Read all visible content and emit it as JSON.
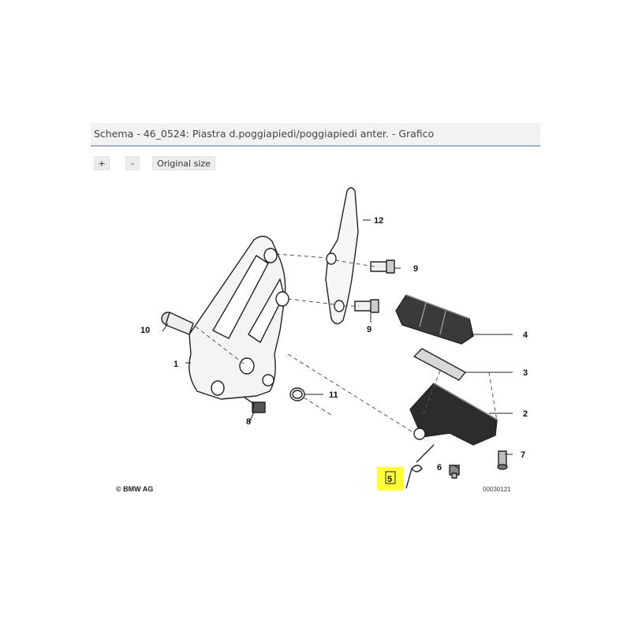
{
  "header": {
    "title": "Schema - 46_0524: Piastra d.poggiapiedi/poggiapiedi anter. - Grafico"
  },
  "toolbar": {
    "zoom_in_label": "+",
    "zoom_out_label": "-",
    "original_size_label": "Original size"
  },
  "diagram": {
    "callouts": {
      "c1": "1",
      "c2": "2",
      "c3": "3",
      "c4": "4",
      "c5": "5",
      "c6": "6",
      "c7": "7",
      "c8": "8",
      "c9a": "9",
      "c9b": "9",
      "c10": "10",
      "c11": "11",
      "c12": "12"
    },
    "highlight_color": "#ffff33",
    "copyright": "© BMW AG",
    "image_number": "00030121"
  }
}
